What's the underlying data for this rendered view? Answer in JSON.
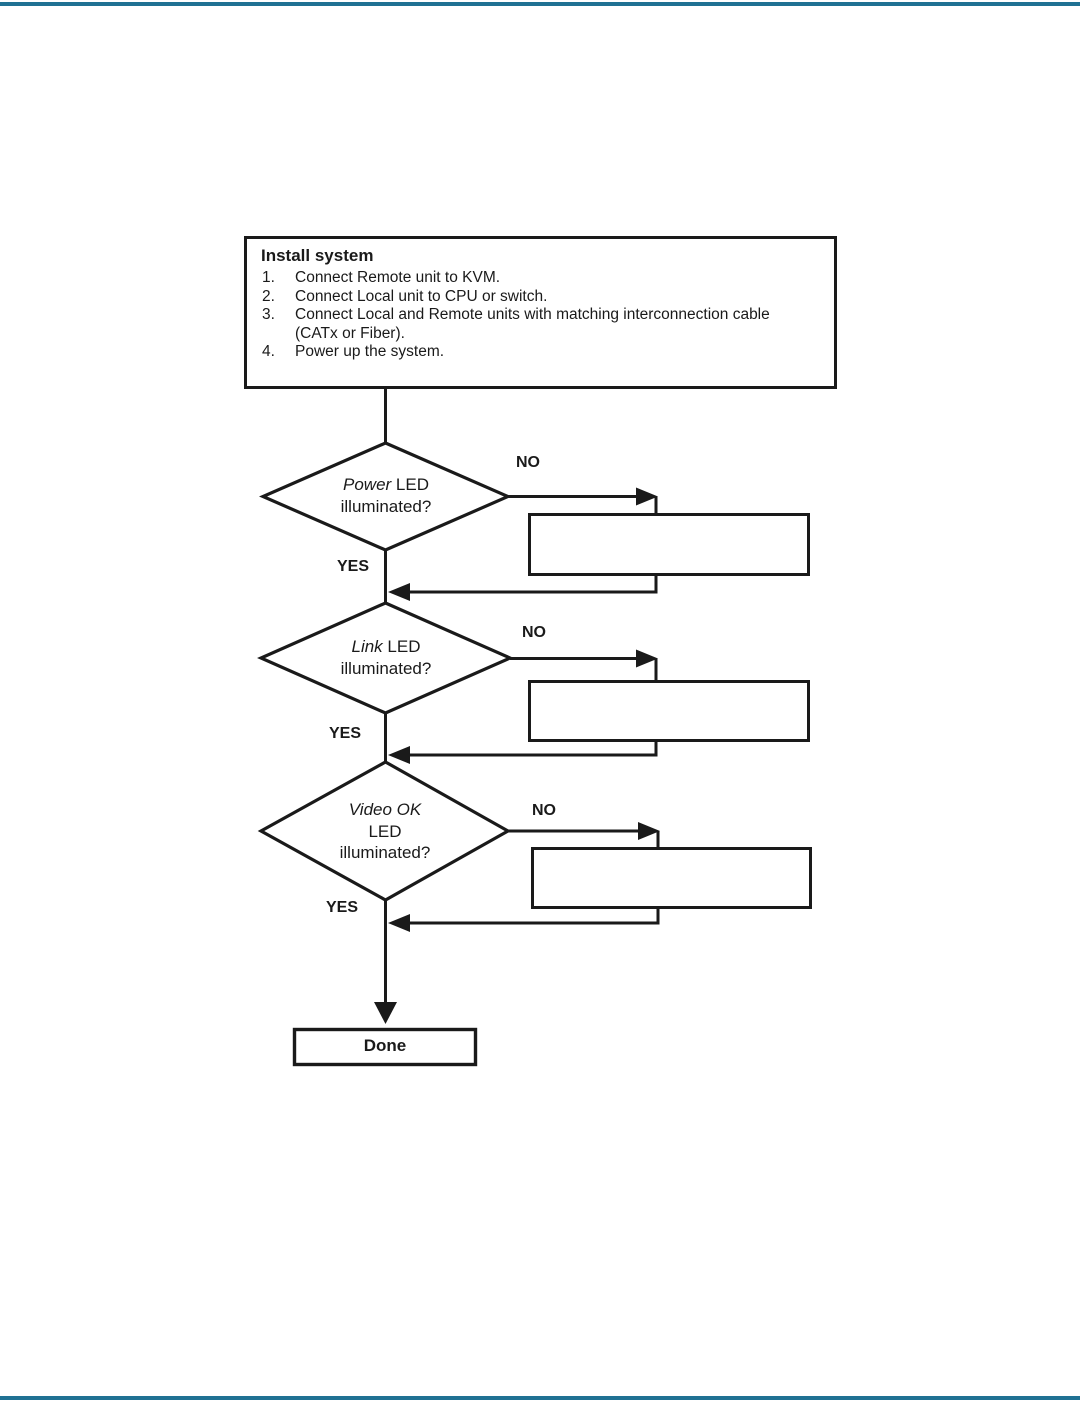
{
  "page": {
    "top_rule_color": "#1f7193",
    "bottom_rule_color": "#1f7193",
    "line_color": "#1a1a1a",
    "background_color": "#ffffff"
  },
  "install_box": {
    "title": "Install system",
    "steps": [
      {
        "num": "1.",
        "text": "Connect Remote unit to KVM.",
        "text2": ""
      },
      {
        "num": "2.",
        "text": "Connect Local unit to CPU or switch.",
        "text2": ""
      },
      {
        "num": "3.",
        "text": "Connect Local and Remote units with matching interconnection cable",
        "text2": "(CATx or Fiber)."
      },
      {
        "num": "4.",
        "text": "Power up the system.",
        "text2": ""
      }
    ]
  },
  "decisions": [
    {
      "label_italic": "Power",
      "label_rest": " LED",
      "label_line2": "illuminated?",
      "label_line3": "",
      "no_label": "NO",
      "yes_label": "YES"
    },
    {
      "label_italic": "Link",
      "label_rest": " LED",
      "label_line2": "illuminated?",
      "label_line3": "",
      "no_label": "NO",
      "yes_label": "YES"
    },
    {
      "label_italic": "Video OK",
      "label_rest": "",
      "label_line2": "LED",
      "label_line3": "illuminated?",
      "no_label": "NO",
      "yes_label": "YES"
    }
  ],
  "action_boxes": [
    {
      "text": ""
    },
    {
      "text": ""
    },
    {
      "text": ""
    }
  ],
  "done": {
    "label": "Done"
  }
}
